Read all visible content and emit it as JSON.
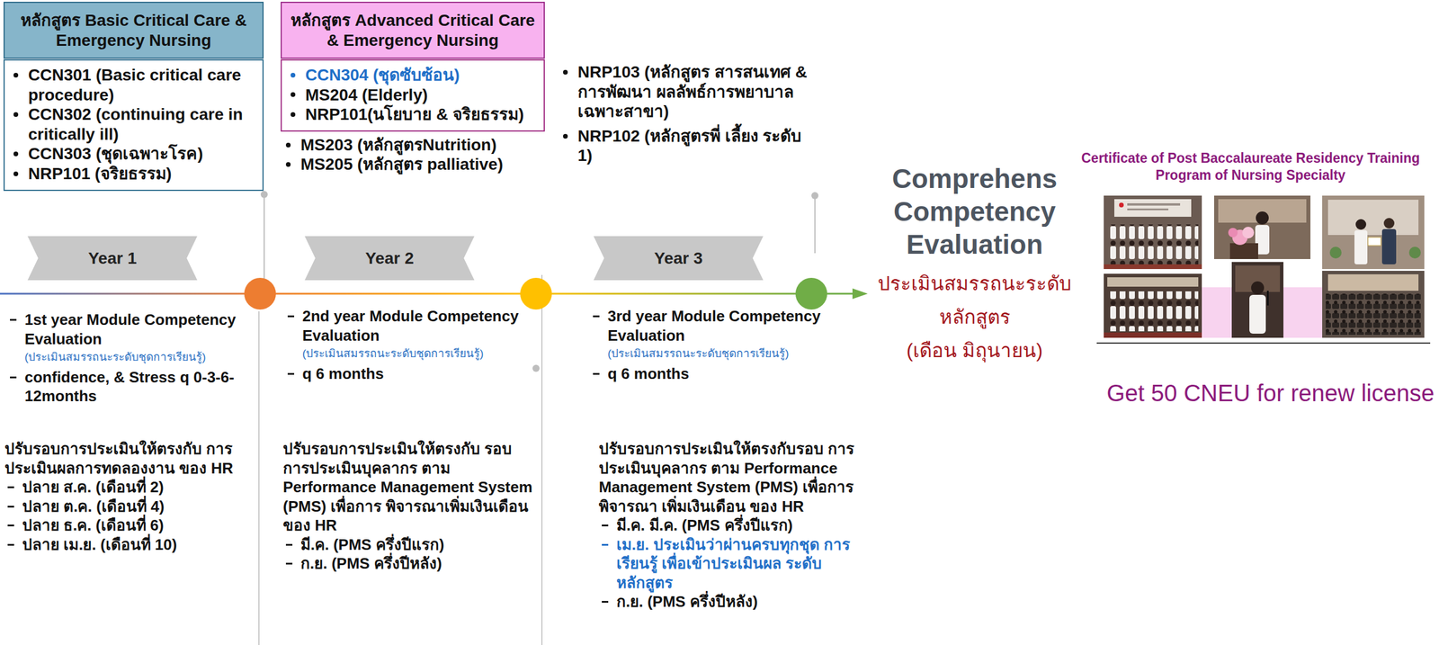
{
  "diagram": {
    "nodes": [
      {
        "text": [
          "หลักสูตร Basic Critical Care & Emergency Nursing"
        ]
      },
      {
        "text": [
          "CCN301 (Basic critical care procedure)",
          "CCN302 (continuing care in critically ill)",
          "CCN303 (ชุดเฉพาะโรค)",
          "NRP101 (จริยธรรม)"
        ]
      },
      {
        "text": [
          "หลักสูตร Advanced Critical Care & Emergency Nursing"
        ]
      },
      {
        "text": [
          "CCN304 (ชุดซับซ้อน)",
          "MS204 (Elderly)",
          "NRP101(นโยบาย & จริยธรรม)"
        ]
      },
      {
        "text": [
          "Year 1"
        ]
      },
      {
        "text": [
          "Year 2"
        ]
      },
      {
        "text": [
          "Year 3"
        ]
      }
    ],
    "labels": [
      "MS203 (หลักสูตรNutrition)",
      "MS205 (หลักสูตร palliative)",
      "NRP103 (หลักสูตร สารสนเทศ & การพัฒนา ผลลัพธ์การพยาบาล เฉพาะสาขา)",
      "NRP102 (หลักสูตรพี่ เลี้ยง ระดับ 1)",
      "Comprehens Competency Evaluation",
      "ประเมินสมรรถนะระดับ หลักสูตร",
      "(เดือน มิถุนายน)",
      "Certificate of Post Baccalaureate Residency Training Program of Nursing Specialty",
      "Get 50 CNEU for renew license",
      "1st year Module Competency Evaluation",
      "(ประเมินสมรรถนะระดับชุดการเรียนรู้)",
      "confidence, & Stress q 0-3-6-12months",
      "ปรับรอบการประเมินให้ตรงกับ การประเมินผลการทดลองงาน ของ HR",
      "ปลาย ส.ค. (เดือนที่ 2)",
      "ปลาย ต.ค. (เดือนที่ 4)",
      "ปลาย ธ.ค. (เดือนที่ 6)",
      "ปลาย เม.ย. (เดือนที่ 10)",
      "2nd year Module Competency Evaluation",
      "(ประเมินสมรรถนะระดับชุดการเรียนรู้)",
      "q 6 months",
      "ปรับรอบการประเมินให้ตรงกับ รอบการประเมินบุคลากร ตาม Performance Management System (PMS) เพื่อการ พิจารณาเพิ่มเงินเดือน ของ HR",
      "มี.ค. (PMS ครึ่งปีแรก)",
      "ก.ย. (PMS ครึ่งปีหลัง)",
      "3rd year Module Competency Evaluation",
      "(ประเมินสมรรถนะระดับชุดการเรียนรู้)",
      "q 6 months",
      "ปรับรอบการประเมินให้ตรงกับรอบ การประเมินบุคลากร ตาม Performance Management System (PMS) เพื่อการพิจารณา เพิ่มเงินเดือน ของ HR",
      "มี.ค. มี.ค. (PMS ครึ่งปีแรก)",
      "เม.ย. ประเมินว่าผ่านครบทุกชุด การเรียนรู้ เพื่อเข้าประเมินผล ระดับหลักสูตร",
      "ก.ย. (PMS ครึ่งปีหลัง)"
    ]
  }
}
